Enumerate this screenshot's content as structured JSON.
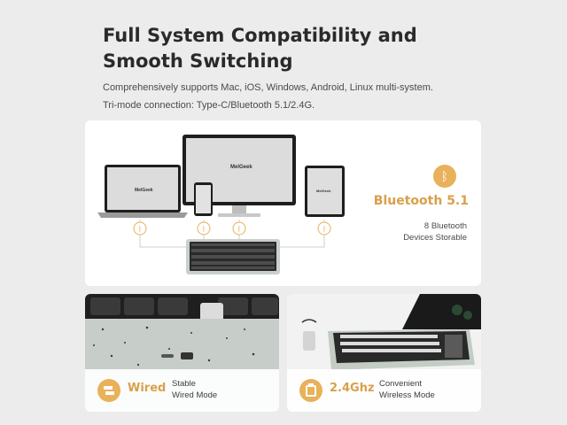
{
  "headline": {
    "line1": "Full System Compatibility and",
    "line2": "Smooth Switching"
  },
  "subtitle": {
    "line1": "Comprehensively supports Mac, iOS, Windows, Android, Linux multi-system.",
    "line2": "Tri-mode connection: Type-C/Bluetooth 5.1/2.4G."
  },
  "bluetooth": {
    "icon": "bluetooth-icon",
    "title": "Bluetooth 5.1",
    "desc_line1": "8 Bluetooth",
    "desc_line2": "Devices Storable"
  },
  "devices": {
    "screen_logo": "MelGeek"
  },
  "wired": {
    "icon": "usb-cable-icon",
    "title": "Wired",
    "desc_line1": "Stable",
    "desc_line2": "Wired Mode"
  },
  "wireless": {
    "icon": "usb-dongle-icon",
    "title": "2.4Ghz",
    "desc_line1": "Convenient",
    "desc_line2": "Wireless Mode"
  },
  "colors": {
    "accent": "#e8b15a",
    "accent_text": "#d9a04a",
    "background": "#ececec"
  }
}
